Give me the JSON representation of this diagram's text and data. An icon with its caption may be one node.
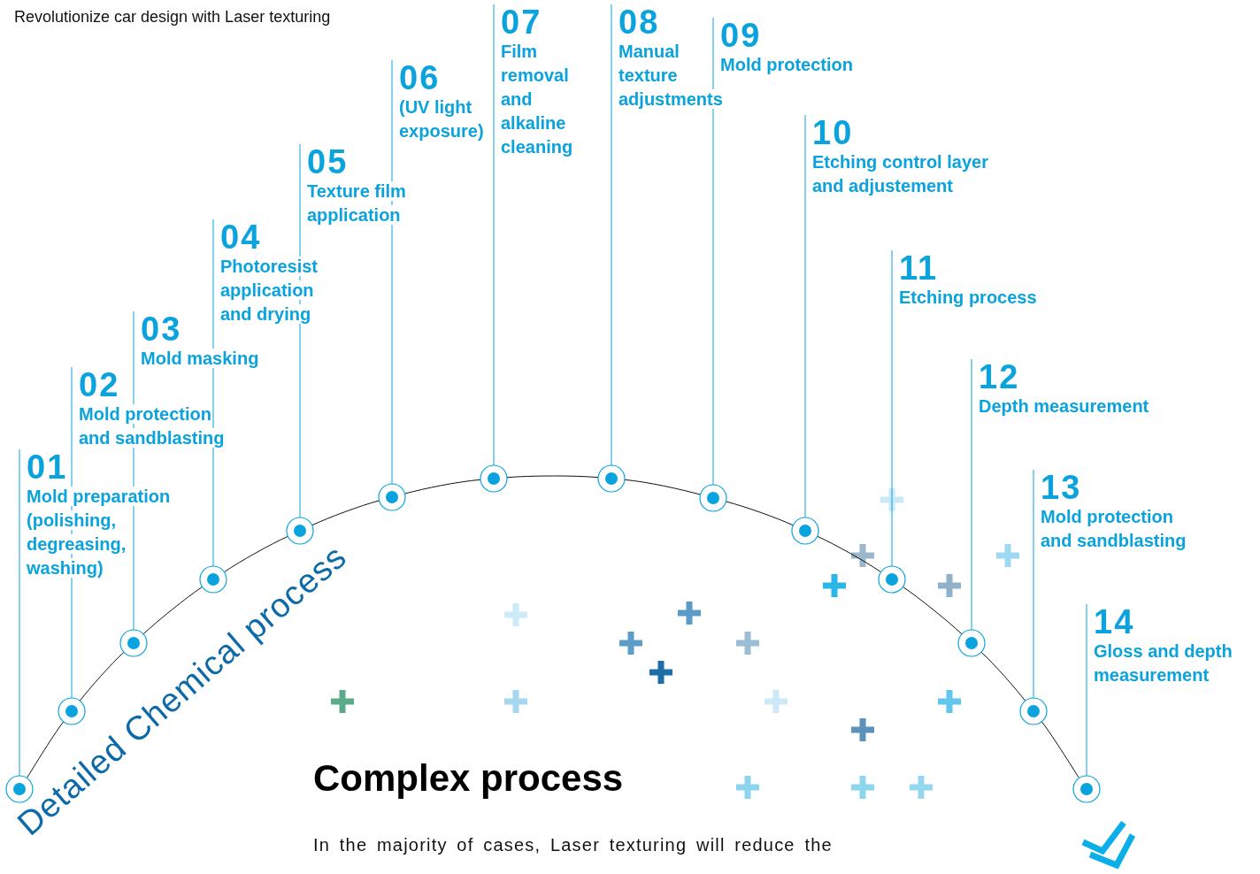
{
  "diagram": {
    "title": "Complex process",
    "nodes": [
      {
        "text": [
          "01",
          "Mold preparation (polishing, degreasing, washing)"
        ]
      },
      {
        "text": [
          "02",
          "Mold protection and sandblasting"
        ]
      },
      {
        "text": [
          "03",
          "Mold masking"
        ]
      },
      {
        "text": [
          "04",
          "Photoresist application and drying"
        ]
      },
      {
        "text": [
          "05",
          "Texture film application"
        ]
      },
      {
        "text": [
          "06",
          "(UV light exposure)"
        ]
      },
      {
        "text": [
          "07",
          "Film removal and alkaline cleaning"
        ]
      },
      {
        "text": [
          "08",
          "Manual texture adjustments"
        ]
      },
      {
        "text": [
          "09",
          "Mold protection"
        ]
      },
      {
        "text": [
          "10",
          "Etching control layer and adjustement"
        ]
      },
      {
        "text": [
          "11",
          "Etching process"
        ]
      },
      {
        "text": [
          "12",
          "Depth measurement"
        ]
      },
      {
        "text": [
          "13",
          "Mold protection and sandblasting"
        ]
      },
      {
        "text": [
          "14",
          "Gloss and depth measurement"
        ]
      },
      {
        "text": [],
        "shape": "circle"
      },
      {
        "text": [],
        "shape": "circle"
      },
      {
        "text": [],
        "shape": "circle"
      },
      {
        "text": [],
        "shape": "circle"
      },
      {
        "text": [],
        "shape": "circle"
      },
      {
        "text": [],
        "shape": "circle"
      },
      {
        "text": [],
        "shape": "circle"
      },
      {
        "text": [],
        "shape": "circle"
      },
      {
        "text": [],
        "shape": "circle"
      },
      {
        "text": [],
        "shape": "circle"
      },
      {
        "text": [],
        "shape": "circle"
      },
      {
        "text": [],
        "shape": "circle"
      },
      {
        "text": [],
        "shape": "circle"
      },
      {
        "text": [],
        "shape": "circle"
      }
    ],
    "edges": [
      {
        "from": 0,
        "to": 14,
        "arrow": "none"
      },
      {
        "from": 1,
        "to": 15,
        "arrow": "none"
      },
      {
        "from": 2,
        "to": 16,
        "arrow": "none"
      },
      {
        "from": 3,
        "to": 17,
        "arrow": "none"
      },
      {
        "from": 4,
        "to": 18,
        "arrow": "none"
      },
      {
        "from": 5,
        "to": 19,
        "arrow": "none"
      },
      {
        "from": 6,
        "to": 20,
        "arrow": "none"
      },
      {
        "from": 7,
        "to": 21,
        "arrow": "none"
      },
      {
        "from": 8,
        "to": 22,
        "arrow": "none"
      },
      {
        "from": 9,
        "to": 23,
        "arrow": "none"
      },
      {
        "from": 10,
        "to": 24,
        "arrow": "none"
      },
      {
        "from": 11,
        "to": 25,
        "arrow": "none"
      },
      {
        "from": 12,
        "to": 26,
        "arrow": "none"
      },
      {
        "from": 13,
        "to": 27,
        "arrow": "none"
      },
      {
        "from": 14,
        "to": 15,
        "arrow": "none",
        "color": "#111111"
      },
      {
        "from": 15,
        "to": 16,
        "arrow": "none",
        "color": "#111111"
      },
      {
        "from": 16,
        "to": 17,
        "arrow": "none",
        "color": "#111111"
      },
      {
        "from": 17,
        "to": 18,
        "arrow": "none",
        "color": "#111111"
      },
      {
        "from": 18,
        "to": 19,
        "arrow": "none",
        "color": "#111111"
      },
      {
        "from": 19,
        "to": 20,
        "arrow": "none",
        "color": "#111111"
      },
      {
        "from": 20,
        "to": 21,
        "arrow": "none",
        "color": "#111111"
      },
      {
        "from": 21,
        "to": 22,
        "arrow": "none",
        "color": "#111111"
      },
      {
        "from": 22,
        "to": 23,
        "arrow": "none",
        "color": "#111111"
      },
      {
        "from": 23,
        "to": 24,
        "arrow": "none",
        "color": "#111111"
      },
      {
        "from": 24,
        "to": 25,
        "arrow": "none",
        "color": "#111111"
      },
      {
        "from": 25,
        "to": 26,
        "arrow": "none",
        "color": "#111111"
      },
      {
        "from": 26,
        "to": 27,
        "arrow": "none",
        "color": "#111111"
      }
    ],
    "labels": [
      "Revolutionize car design with Laser texturing",
      "Detailed Chemical process",
      "In the majority of cases, Laser texturing will reduce the"
    ]
  }
}
